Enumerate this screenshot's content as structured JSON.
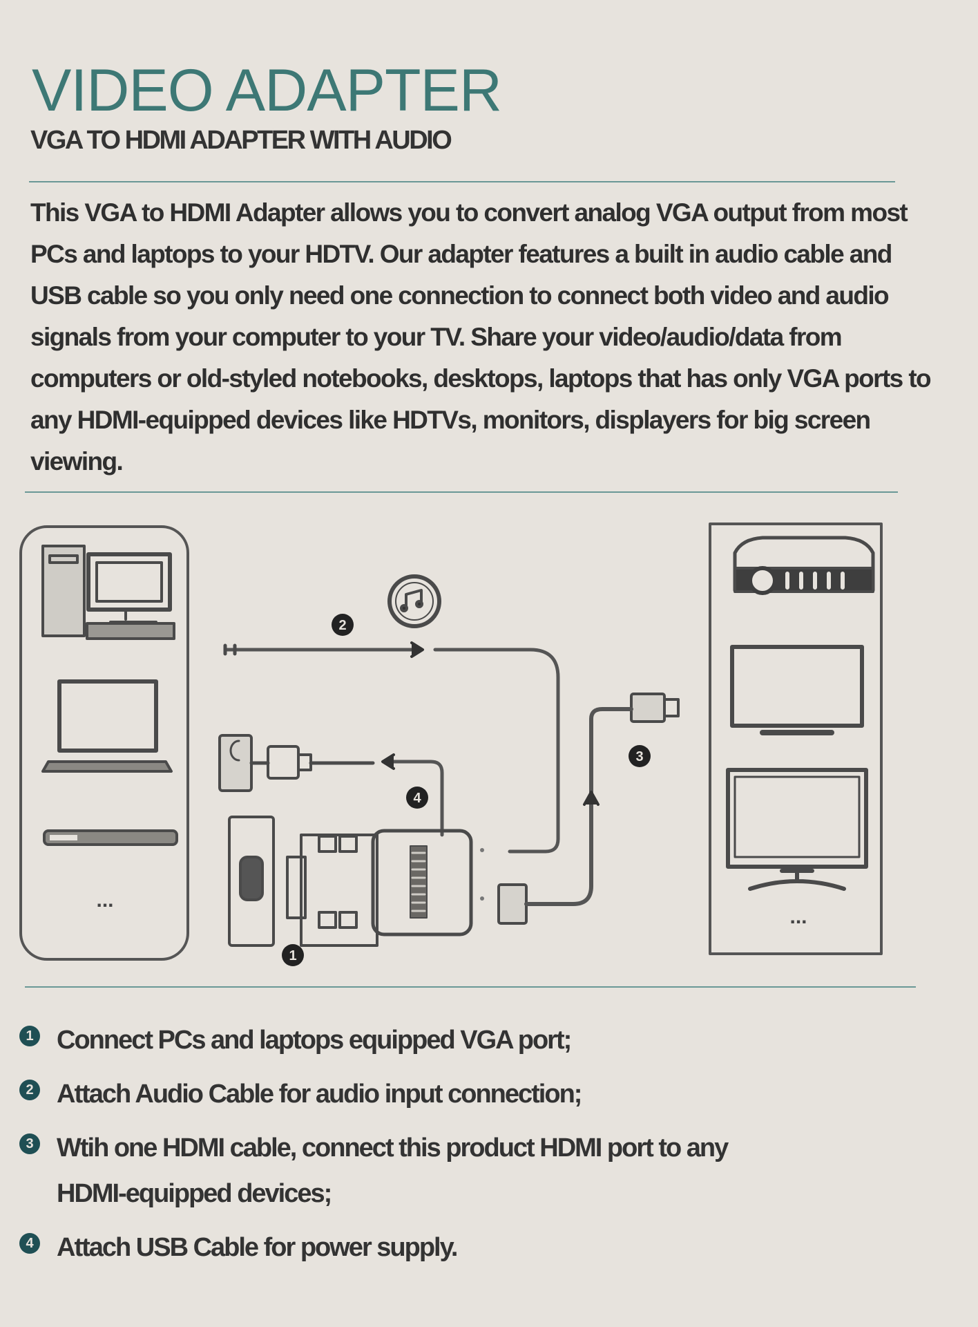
{
  "header": {
    "title": "VIDEO ADAPTER",
    "subtitle": "VGA TO HDMI ADAPTER WITH AUDIO"
  },
  "description": "This VGA to HDMI Adapter allows you to convert analog VGA output from most PCs and laptops to your HDTV. Our adapter features a built in audio cable and USB cable so you only need one connection to connect both video and audio signals from your computer to your TV. Share your video/audio/data from computers or old-styled notebooks, desktops, laptops that has only VGA ports to any HDMI-equipped devices like HDTVs, monitors, displayers for big screen viewing.",
  "diagram": {
    "source_devices_more": "...",
    "display_devices_more": "...",
    "callouts": [
      "1",
      "2",
      "3",
      "4"
    ],
    "icons": [
      "desktop-pc-icon",
      "laptop-icon",
      "set-top-box-icon",
      "audio-icon",
      "usb-plug-icon",
      "vga-port-icon",
      "vga-to-hdmi-adapter-icon",
      "hdmi-plug-icon",
      "projector-icon",
      "monitor-icon",
      "tv-icon"
    ]
  },
  "steps": [
    {
      "number": "1",
      "text": "Connect PCs and laptops equipped VGA port;"
    },
    {
      "number": "2",
      "text": "Attach Audio Cable for audio input connection;"
    },
    {
      "number": "3",
      "text": "Wtih one HDMI cable, connect this product HDMI port to any HDMI-equipped devices;"
    },
    {
      "number": "4",
      "text": "Attach USB Cable for power supply."
    }
  ],
  "colors": {
    "background": "#e7e3dd",
    "accent": "#3d7875",
    "badge": "#1f4f54",
    "text": "#2f2f2f"
  }
}
